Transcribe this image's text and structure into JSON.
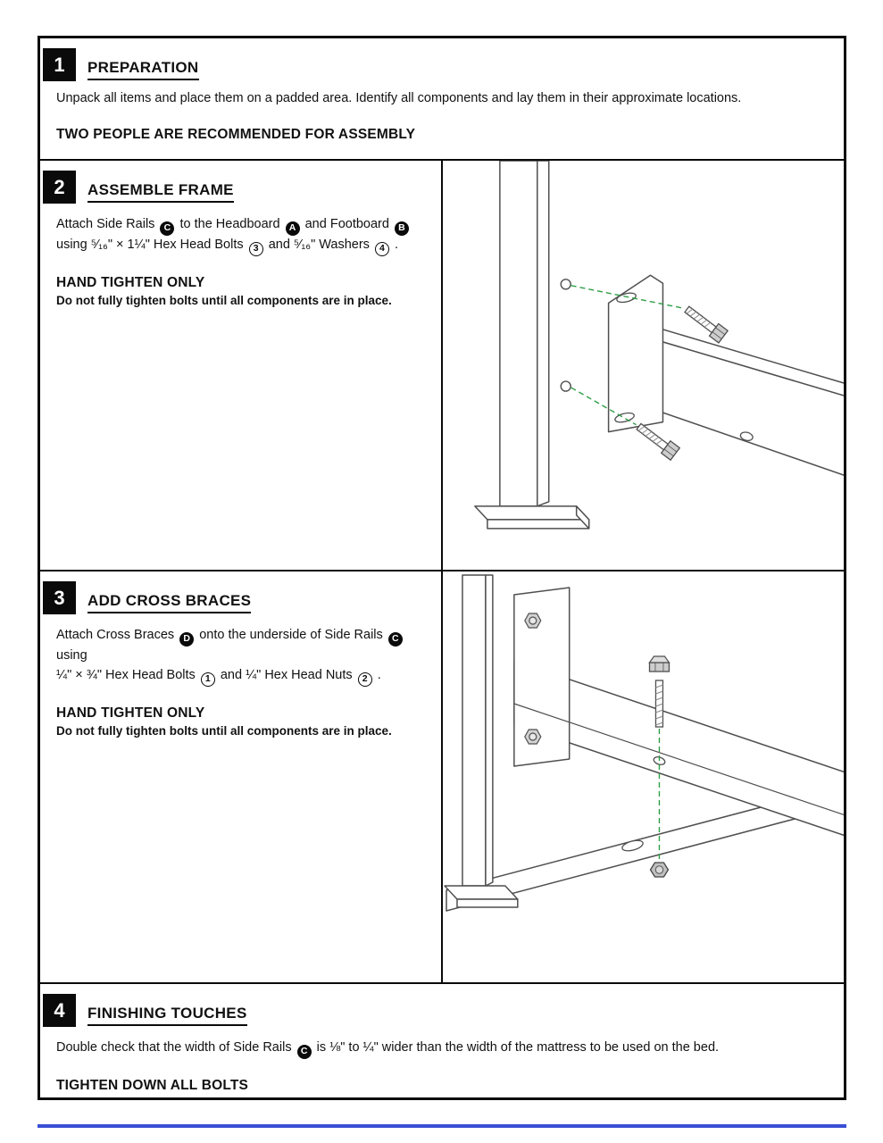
{
  "document": {
    "kind": "bed-frame-assembly-instructions"
  },
  "colors": {
    "footer_line_blue": "#3a4ed5",
    "diagram_guide_green": "#2e9e44",
    "diagram_line_gray": "#4f4f4f"
  },
  "section1": {
    "number": "1",
    "title": "PREPARATION",
    "body": "Unpack all items and place them on a padded area. Identify all components and lay them in their approximate locations.",
    "note": "TWO PEOPLE ARE RECOMMENDED FOR ASSEMBLY"
  },
  "section2": {
    "number": "2",
    "title": "ASSEMBLE FRAME",
    "inst1_seg1": "Attach Side Rails",
    "badge_c": "C",
    "inst1_seg2": "to the Headboard",
    "badge_a": "A",
    "inst1_seg3": "and Footboard",
    "badge_b": "B",
    "inst2_seg1": "using ⁵⁄₁₆\" × 1¼\" Hex Head Bolts",
    "badge_3": "3",
    "inst2_seg2": "and ⁵⁄₁₆\" Washers",
    "badge_4": "4",
    "inst2_seg3": ".",
    "hand_tighten": "HAND TIGHTEN ONLY",
    "hand_tighten_note": "Do not fully tighten bolts until all components are in place.",
    "illustration": "side-rail-to-post-attachment-diagram"
  },
  "section3": {
    "number": "3",
    "title": "ADD CROSS BRACES",
    "inst1_seg1": "Attach Cross Braces",
    "badge_d": "D",
    "inst1_seg2": "onto the underside of Side Rails",
    "badge_c": "C",
    "inst1_seg3": "using",
    "inst2_seg1": "¼\" × ¾\" Hex Head Bolts",
    "badge_1": "1",
    "inst2_seg2": "and ¼\" Hex Head Nuts",
    "badge_2": "2",
    "inst2_seg3": ".",
    "hand_tighten": "HAND TIGHTEN ONLY",
    "hand_tighten_note": "Do not fully tighten bolts until all components are in place.",
    "illustration": "cross-brace-to-rail-attachment-diagram"
  },
  "section4": {
    "number": "4",
    "title": "FINISHING TOUCHES",
    "inst_seg1": "Double check that the width of Side Rails",
    "badge_c": "C",
    "inst_seg2": "is ⅛\" to ¼\" wider than the width of the mattress to be used on the bed.",
    "note": "TIGHTEN DOWN ALL BOLTS"
  }
}
